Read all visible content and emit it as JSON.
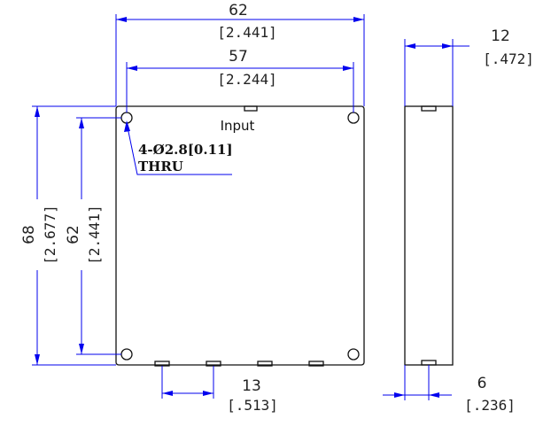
{
  "front_view": {
    "input_label": "Input",
    "width_total": {
      "value": "62",
      "inch": "[2.441]"
    },
    "width_holes": {
      "value": "57",
      "inch": "[2.244]"
    },
    "height_total": {
      "value": "68",
      "inch": "[2.677]"
    },
    "height_holes": {
      "value": "62",
      "inch": "[2.441]"
    },
    "port_pitch": {
      "value": "13",
      "inch": "[.513]"
    },
    "hole_note_line1": "4-Ø2.8[0.11]",
    "hole_note_line2": "THRU"
  },
  "side_view": {
    "thickness": {
      "value": "12",
      "inch": "[.472]"
    },
    "port_offset": {
      "value": "6",
      "inch": "[.236]"
    }
  },
  "colors": {
    "dimension": "#0000ee",
    "outline": "#111111"
  }
}
